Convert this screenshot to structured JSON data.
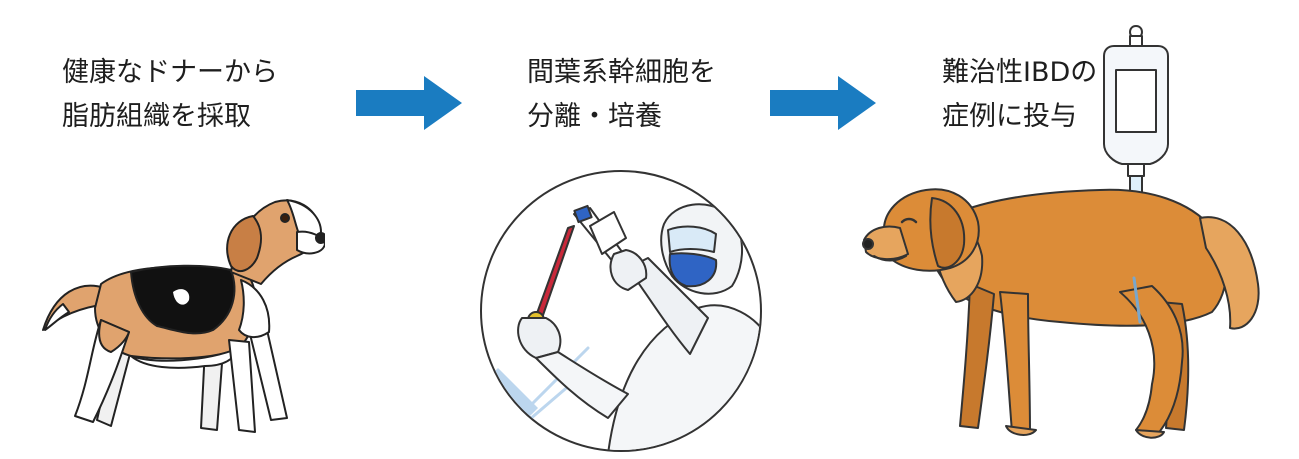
{
  "steps": [
    {
      "line1": "健康なドナーから",
      "line2": "脂肪組織を採取"
    },
    {
      "line1": "間葉系幹細胞を",
      "line2": "分離・培養"
    },
    {
      "line1": "難治性IBDの",
      "line2": "症例に投与"
    }
  ],
  "colors": {
    "arrow": "#1a7cc1",
    "beagle_tan": "#e0a36e",
    "beagle_black": "#111111",
    "golden": "#dc8c38",
    "lab_blue": "#2f64c4",
    "lab_red": "#c9283a"
  },
  "icons": [
    "beagle-dog-illustration",
    "lab-technician-pipette-illustration",
    "golden-retriever-iv-drip-illustration",
    "right-arrow-icon"
  ]
}
